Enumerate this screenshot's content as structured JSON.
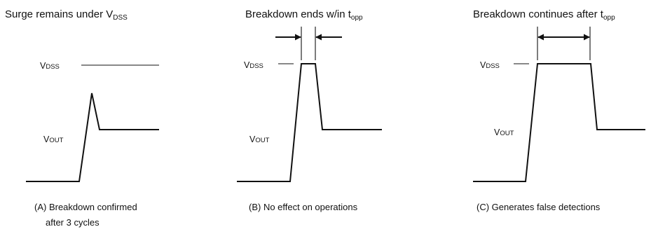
{
  "panels": [
    {
      "title_main": "Surge remains under V",
      "title_sub": "DSS",
      "vdss_main": "V",
      "vdss_sc": "DSS",
      "vout_main": "V",
      "vout_sc": "OUT",
      "caption_line1": "(A) Breakdown confirmed",
      "caption_line2": "after 3 cycles"
    },
    {
      "title_main": "Breakdown ends w/in t",
      "title_sub": "opp",
      "vdss_main": "V",
      "vdss_sc": "DSS",
      "vout_main": "V",
      "vout_sc": "OUT",
      "caption_line1": "(B) No effect on operations"
    },
    {
      "title_main": "Breakdown continues after t",
      "title_sub": "opp",
      "vdss_main": "V",
      "vdss_sc": "DSS",
      "vout_main": "V",
      "vout_sc": "OUT",
      "caption_line1": "(C) Generates false detections"
    }
  ]
}
